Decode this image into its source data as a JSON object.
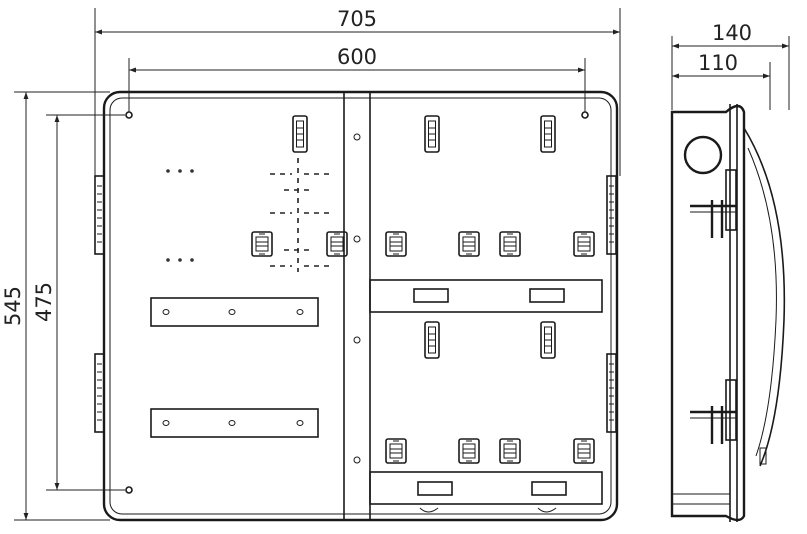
{
  "drawing": {
    "dimensions": {
      "overall_width": "705",
      "hole_spacing_width": "600",
      "overall_height": "545",
      "hole_spacing_height": "475",
      "overall_depth": "140",
      "body_depth": "110"
    }
  }
}
